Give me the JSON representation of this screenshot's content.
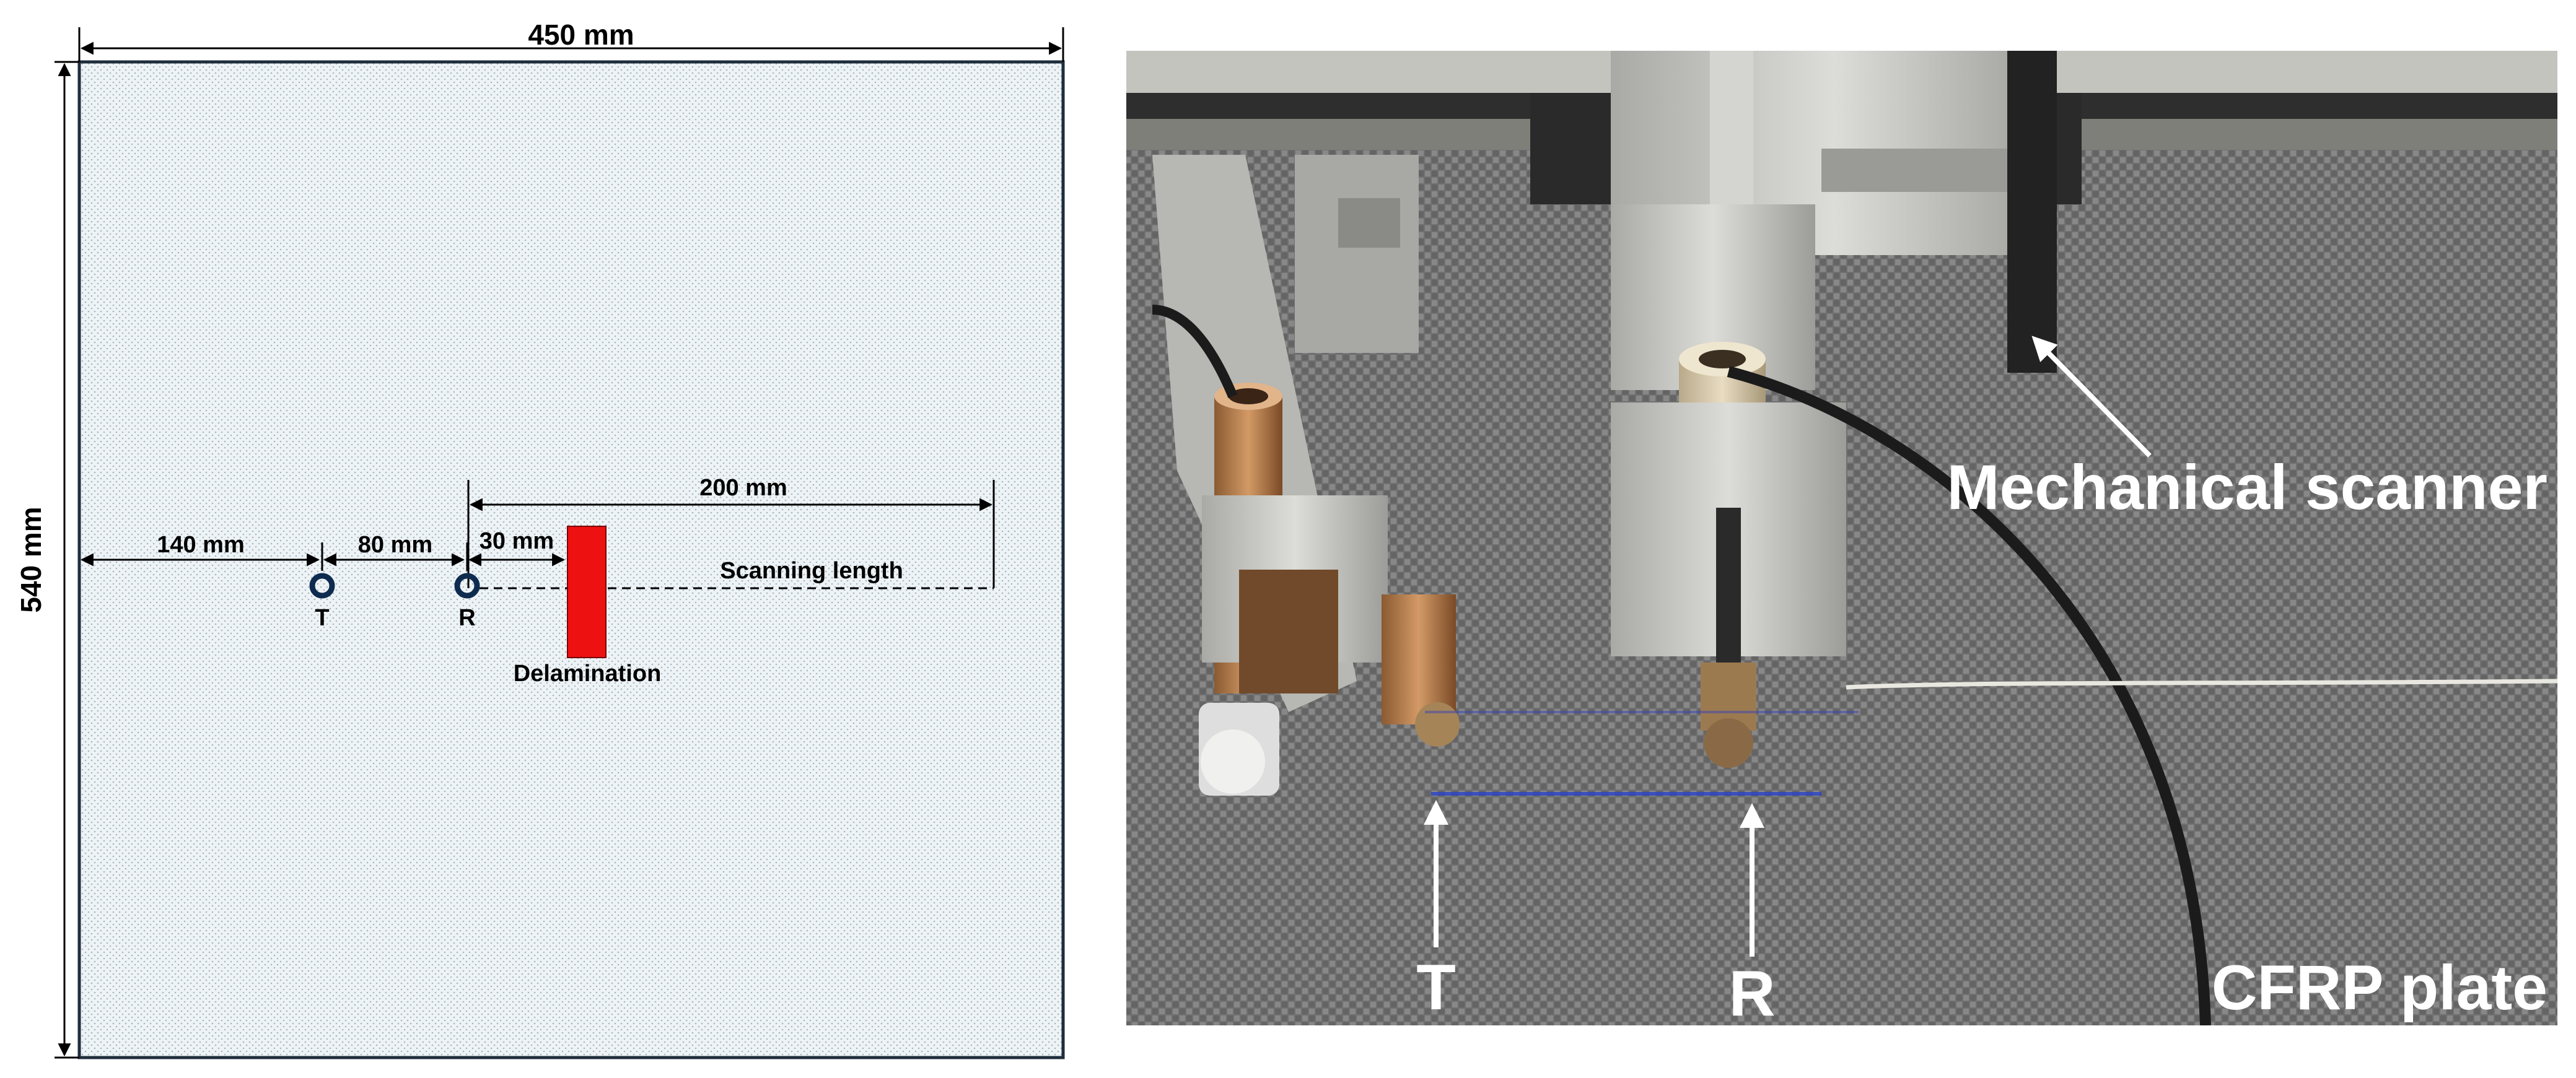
{
  "schematic": {
    "dimensions": {
      "plate_width": "450 mm",
      "plate_height": "540 mm",
      "edge_to_transmitter": "140 mm",
      "transmitter_to_receiver": "80 mm",
      "receiver_to_delamination": "30 mm",
      "scan_range": "200 mm"
    },
    "labels": {
      "transmitter": "T",
      "receiver": "R",
      "scanning_length": "Scanning length",
      "delamination": "Delamination"
    },
    "colors": {
      "plate_fill": "#eef3f6",
      "plate_dots": "#a9b8c2",
      "plate_border": "#1f2d3d",
      "sensor_ring": "#0d2b4e",
      "delamination": "#ee1111"
    }
  },
  "photo": {
    "labels": {
      "mechanical_scanner": "Mechanical scanner",
      "transmitter": "T",
      "receiver": "R",
      "cfrp_plate": "CFRP plate"
    },
    "colors": {
      "label_text": "#ffffff",
      "plate_base": "#6f6f6f",
      "metal": "#c9c9c6",
      "cable": "#1b1b1b"
    }
  }
}
